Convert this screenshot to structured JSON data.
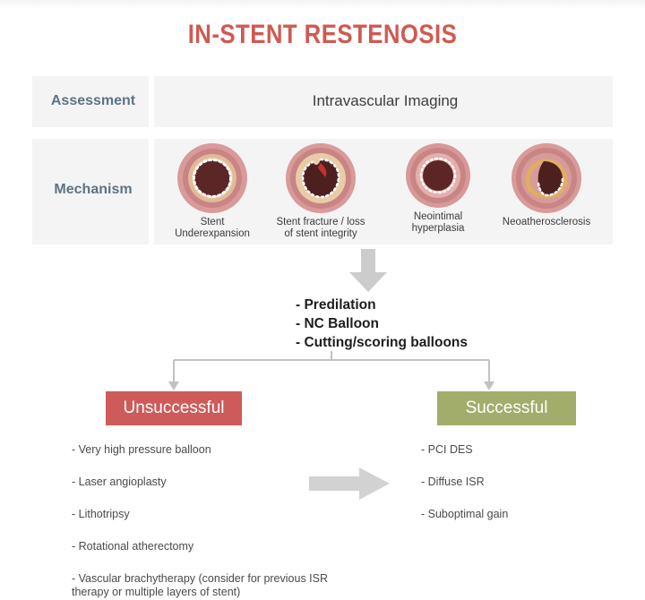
{
  "title": "IN-STENT RESTENOSIS",
  "colors": {
    "title_red": "#cf5a51",
    "row_label": "#5c7382",
    "panel_bg": "#f4f4f4",
    "unsuccessful_bg": "#cd5b59",
    "successful_bg": "#a2ad6b",
    "arrow_gray": "#cccccc",
    "connector_gray": "#b9b9b9"
  },
  "rows": {
    "assessment": {
      "label": "Assessment",
      "value": "Intravascular Imaging"
    },
    "mechanism": {
      "label": "Mechanism",
      "items": [
        {
          "caption_line1": "Stent",
          "caption_line2": "Underexpansion",
          "icon": "vessel-cross-section-underexpansion"
        },
        {
          "caption_line1": "Stent fracture / loss",
          "caption_line2": "of stent integrity",
          "icon": "vessel-cross-section-fracture"
        },
        {
          "caption_line1": "Neointimal",
          "caption_line2": "hyperplasia",
          "icon": "vessel-cross-section-hyperplasia"
        },
        {
          "caption_line1": "Neoatherosclerosis",
          "caption_line2": "",
          "icon": "vessel-cross-section-neoatherosclerosis"
        }
      ]
    }
  },
  "treatment": {
    "items": [
      "- Predilation",
      "- NC Balloon",
      "- Cutting/scoring balloons"
    ]
  },
  "outcomes": {
    "unsuccessful": {
      "label": "Unsuccessful",
      "items": [
        "- Very high pressure balloon",
        "- Laser angioplasty",
        "- Lithotripsy",
        "- Rotational atherectomy",
        "- Vascular brachytherapy (consider for previous ISR therapy or multiple layers of stent)"
      ]
    },
    "successful": {
      "label": "Successful",
      "items": [
        "- PCI DES",
        "- Diffuse ISR",
        "- Suboptimal gain"
      ]
    }
  },
  "icons": {
    "down_arrow": "down-arrow-icon",
    "right_arrow": "right-arrow-icon",
    "branch_connector": "branch-connector-icon"
  }
}
